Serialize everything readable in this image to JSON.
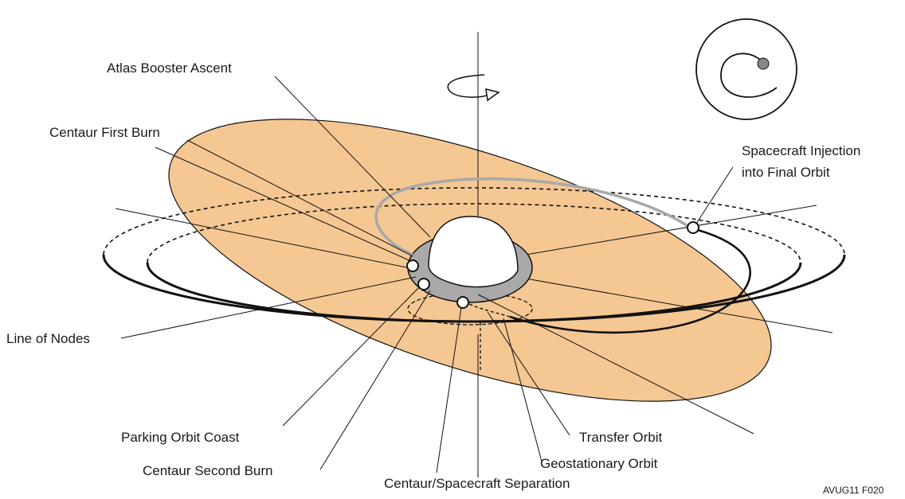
{
  "labels": {
    "atlas_booster_ascent": "Atlas Booster Ascent",
    "centaur_first_burn": "Centaur First Burn",
    "spacecraft_injection_line1": "Spacecraft Injection",
    "spacecraft_injection_line2": "into Final Orbit",
    "line_of_nodes": "Line of Nodes",
    "parking_orbit_coast": "Parking Orbit Coast",
    "centaur_second_burn": "Centaur Second Burn",
    "transfer_orbit": "Transfer Orbit",
    "geostationary_orbit": "Geostationary Orbit",
    "centaur_spacecraft_separation": "Centaur/Spacecraft Separation"
  },
  "figure_ref": "AVUG11  F020",
  "colors": {
    "orbit_plane_fill": "#f5c793",
    "earth_fill": "#ffffff",
    "earth_shadow": "#a9a9a9",
    "transfer_arc": "#a8a8a8",
    "line": "#111111"
  },
  "icons": {
    "rotation": "rotation-arrow-icon",
    "inset": "spiral-orbit-inset-icon"
  }
}
